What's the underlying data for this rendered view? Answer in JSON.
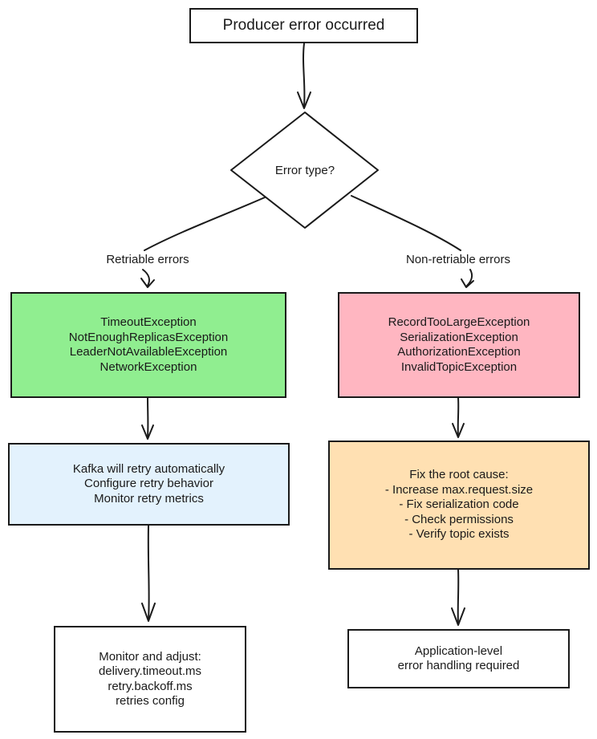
{
  "nodes": {
    "start": {
      "lines": [
        "Producer error occurred"
      ]
    },
    "decision": {
      "label": "Error type?"
    },
    "retriable": {
      "lines": [
        "TimeoutException",
        "NotEnoughReplicasException",
        "LeaderNotAvailableException",
        "NetworkException"
      ],
      "fill": "#90ee90"
    },
    "non_retriable": {
      "lines": [
        "RecordTooLargeException",
        "SerializationException",
        "AuthorizationException",
        "InvalidTopicException"
      ],
      "fill": "#ffb6c1"
    },
    "auto_retry": {
      "lines": [
        "Kafka will retry automatically",
        "Configure retry behavior",
        "Monitor retry metrics"
      ],
      "fill": "#e3f2fd"
    },
    "fix_root": {
      "lines": [
        "Fix the root cause:",
        "- Increase max.request.size",
        "- Fix serialization code",
        "- Check permissions",
        "- Verify topic exists"
      ],
      "fill": "#ffe0b2"
    },
    "monitor": {
      "lines": [
        "Monitor and adjust:",
        "delivery.timeout.ms",
        "retry.backoff.ms",
        "retries config"
      ]
    },
    "app_handling": {
      "lines": [
        "Application-level",
        "error handling required"
      ]
    }
  },
  "edge_labels": {
    "retriable": "Retriable errors",
    "non_retriable": "Non-retriable errors"
  },
  "colors": {
    "stroke": "#1a1a1a",
    "background": "#ffffff"
  }
}
